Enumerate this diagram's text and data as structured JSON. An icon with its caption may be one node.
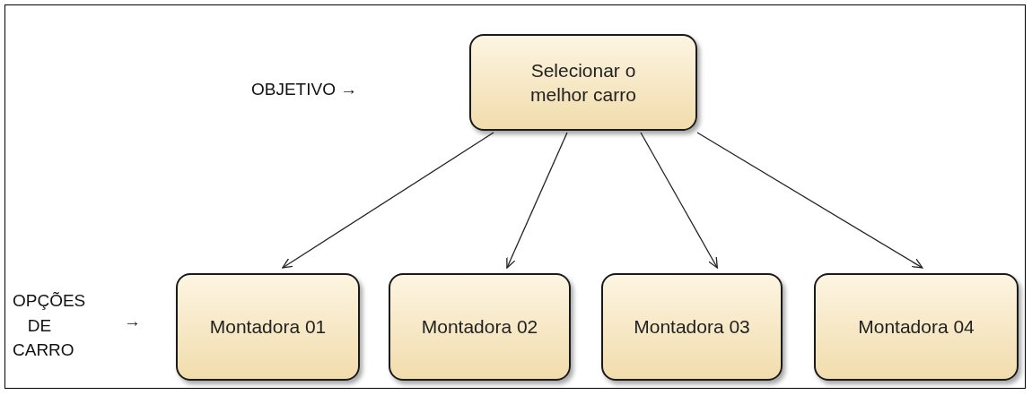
{
  "diagram": {
    "nodes": [
      {
        "text": [
          "Selecionar o melhor carro"
        ]
      },
      {
        "text": [
          "Montadora 01"
        ]
      },
      {
        "text": [
          "Montadora 02"
        ]
      },
      {
        "text": [
          "Montadora 03"
        ]
      },
      {
        "text": [
          "Montadora 04"
        ]
      }
    ],
    "edges": [
      {
        "from": 0,
        "to": 1,
        "arrow": "to"
      },
      {
        "from": 0,
        "to": 2,
        "arrow": "to"
      },
      {
        "from": 0,
        "to": 3,
        "arrow": "to"
      },
      {
        "from": 0,
        "to": 4,
        "arrow": "to"
      }
    ],
    "labels": [
      "OBJETIVO →",
      "OPÇÕES DE CARRO",
      "→"
    ]
  }
}
